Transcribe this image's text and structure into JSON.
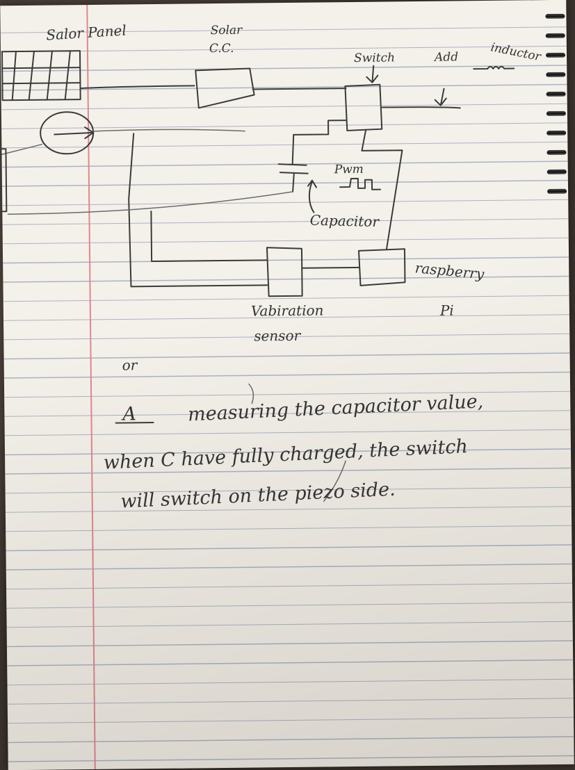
{
  "diagram": {
    "labels": {
      "solar_panel": "Salor Panel",
      "solar_cc_line1": "Solar",
      "solar_cc_line2": "C.C.",
      "switch": "Switch",
      "add": "Add",
      "inductor": "inductor",
      "pwm": "Pwm",
      "capacitor": "Capacitor",
      "raspberry_line1": "raspberry",
      "raspberry_line2": "Pi",
      "vibration_line1": "Vabiration",
      "vibration_line2": "sensor"
    }
  },
  "notes": {
    "or": "or",
    "struck": "A",
    "line1": "measuring the capacitor value,",
    "line2": "when C have fully charged, the switch",
    "line3": "will switch on the piezo side."
  }
}
